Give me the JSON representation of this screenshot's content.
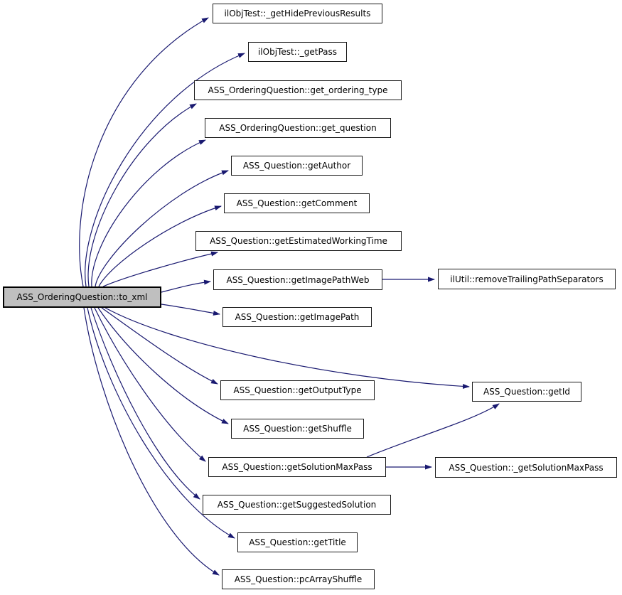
{
  "diagram": {
    "type": "call-graph",
    "colors": {
      "edge": "#191970",
      "node_border": "#1a1a1a",
      "node_fill": "#ffffff",
      "root_fill": "#bfbfbf",
      "text": "#000000"
    }
  },
  "nodes": [
    {
      "id": "to_xml",
      "label": "ASS_OrderingQuestion::to_xml"
    },
    {
      "id": "getHidePreviousResults",
      "label": "ilObjTest::_getHidePreviousResults"
    },
    {
      "id": "getPass",
      "label": "ilObjTest::_getPass"
    },
    {
      "id": "get_ordering_type",
      "label": "ASS_OrderingQuestion::get_ordering_type"
    },
    {
      "id": "get_question",
      "label": "ASS_OrderingQuestion::get_question"
    },
    {
      "id": "getAuthor",
      "label": "ASS_Question::getAuthor"
    },
    {
      "id": "getComment",
      "label": "ASS_Question::getComment"
    },
    {
      "id": "getEstimatedWorkingTime",
      "label": "ASS_Question::getEstimatedWorkingTime"
    },
    {
      "id": "getImagePathWeb",
      "label": "ASS_Question::getImagePathWeb"
    },
    {
      "id": "getImagePath",
      "label": "ASS_Question::getImagePath"
    },
    {
      "id": "getOutputType",
      "label": "ASS_Question::getOutputType"
    },
    {
      "id": "getShuffle",
      "label": "ASS_Question::getShuffle"
    },
    {
      "id": "getSolutionMaxPass",
      "label": "ASS_Question::getSolutionMaxPass"
    },
    {
      "id": "getSuggestedSolution",
      "label": "ASS_Question::getSuggestedSolution"
    },
    {
      "id": "getTitle",
      "label": "ASS_Question::getTitle"
    },
    {
      "id": "pcArrayShuffle",
      "label": "ASS_Question::pcArrayShuffle"
    },
    {
      "id": "getId",
      "label": "ASS_Question::getId"
    },
    {
      "id": "_getSolutionMaxPass",
      "label": "ASS_Question::_getSolutionMaxPass"
    },
    {
      "id": "removeTrailingPathSeparators",
      "label": "ilUtil::removeTrailingPathSeparators"
    }
  ],
  "edges": [
    {
      "from": "ASS_OrderingQuestion::to_xml",
      "to": "ilObjTest::_getHidePreviousResults"
    },
    {
      "from": "ASS_OrderingQuestion::to_xml",
      "to": "ilObjTest::_getPass"
    },
    {
      "from": "ASS_OrderingQuestion::to_xml",
      "to": "ASS_OrderingQuestion::get_ordering_type"
    },
    {
      "from": "ASS_OrderingQuestion::to_xml",
      "to": "ASS_OrderingQuestion::get_question"
    },
    {
      "from": "ASS_OrderingQuestion::to_xml",
      "to": "ASS_Question::getAuthor"
    },
    {
      "from": "ASS_OrderingQuestion::to_xml",
      "to": "ASS_Question::getComment"
    },
    {
      "from": "ASS_OrderingQuestion::to_xml",
      "to": "ASS_Question::getEstimatedWorkingTime"
    },
    {
      "from": "ASS_OrderingQuestion::to_xml",
      "to": "ASS_Question::getImagePathWeb"
    },
    {
      "from": "ASS_OrderingQuestion::to_xml",
      "to": "ASS_Question::getImagePath"
    },
    {
      "from": "ASS_OrderingQuestion::to_xml",
      "to": "ASS_Question::getId"
    },
    {
      "from": "ASS_OrderingQuestion::to_xml",
      "to": "ASS_Question::getOutputType"
    },
    {
      "from": "ASS_OrderingQuestion::to_xml",
      "to": "ASS_Question::getShuffle"
    },
    {
      "from": "ASS_OrderingQuestion::to_xml",
      "to": "ASS_Question::getSolutionMaxPass"
    },
    {
      "from": "ASS_OrderingQuestion::to_xml",
      "to": "ASS_Question::getSuggestedSolution"
    },
    {
      "from": "ASS_OrderingQuestion::to_xml",
      "to": "ASS_Question::getTitle"
    },
    {
      "from": "ASS_OrderingQuestion::to_xml",
      "to": "ASS_Question::pcArrayShuffle"
    },
    {
      "from": "ASS_Question::getImagePathWeb",
      "to": "ilUtil::removeTrailingPathSeparators"
    },
    {
      "from": "ASS_Question::getSolutionMaxPass",
      "to": "ASS_Question::_getSolutionMaxPass"
    },
    {
      "from": "ASS_Question::getSolutionMaxPass",
      "to": "ASS_Question::getId"
    }
  ]
}
